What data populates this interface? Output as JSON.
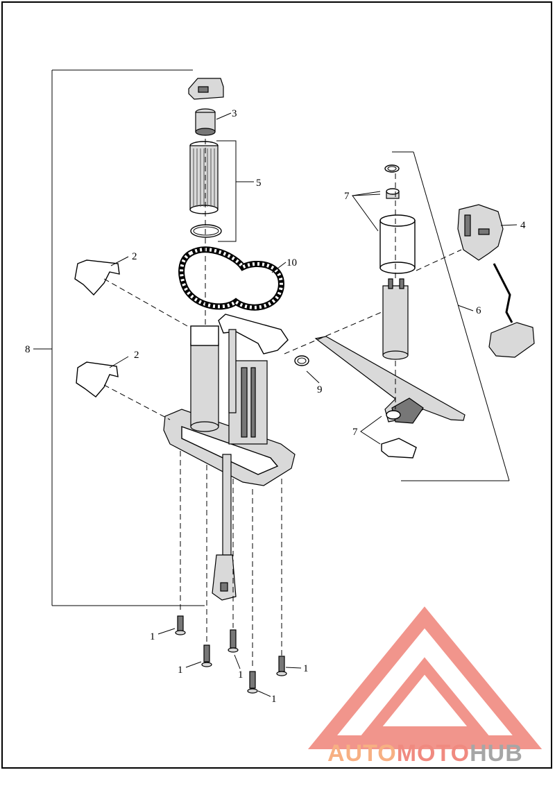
{
  "callouts": {
    "c1": "1",
    "c2": "2",
    "c3": "3",
    "c4": "4",
    "c5": "5",
    "c6": "6",
    "c7": "7",
    "c8": "8",
    "c9": "9",
    "c10": "10"
  },
  "watermark": {
    "part1": "AUTO",
    "part2": "MOTO",
    "part3": "HUB",
    "colors": {
      "orange": "#f7b083",
      "red": "#f08a80",
      "gray": "#a6a6a6"
    }
  }
}
